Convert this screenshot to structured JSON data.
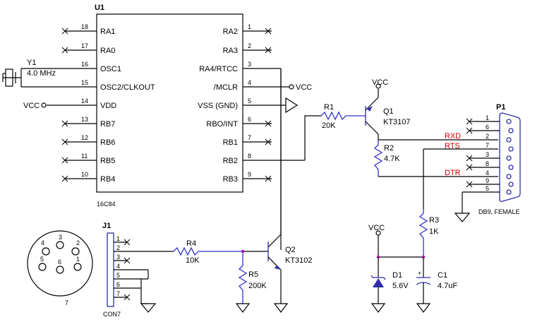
{
  "u1": {
    "ref": "U1",
    "part": "16C84",
    "left_pins": [
      {
        "num": "18",
        "name": "RA1"
      },
      {
        "num": "17",
        "name": "RA0"
      },
      {
        "num": "16",
        "name": "OSC1"
      },
      {
        "num": "15",
        "name": "OSC2/CLKOUT"
      },
      {
        "num": "14",
        "name": "VDD"
      },
      {
        "num": "13",
        "name": "RB7"
      },
      {
        "num": "12",
        "name": "RB6"
      },
      {
        "num": "11",
        "name": "RB5"
      },
      {
        "num": "10",
        "name": "RB4"
      }
    ],
    "right_pins": [
      {
        "num": "1",
        "name": "RA2"
      },
      {
        "num": "2",
        "name": "RA3"
      },
      {
        "num": "3",
        "name": "RA4/RTCC"
      },
      {
        "num": "4",
        "name": "/MCLR"
      },
      {
        "num": "5",
        "name": "VSS (GND)"
      },
      {
        "num": "6",
        "name": "RBO/INT"
      },
      {
        "num": "7",
        "name": "RB1"
      },
      {
        "num": "8",
        "name": "RB2"
      },
      {
        "num": "9",
        "name": "RB3"
      }
    ]
  },
  "y1": {
    "ref": "Y1",
    "value": "4.0 MHz"
  },
  "vcc_label": "VCC",
  "r1": {
    "ref": "R1",
    "value": "20K"
  },
  "r2": {
    "ref": "R2",
    "value": "4.7K"
  },
  "r3": {
    "ref": "R3",
    "value": "1K"
  },
  "r4": {
    "ref": "R4",
    "value": "10K"
  },
  "r5": {
    "ref": "R5",
    "value": "200K"
  },
  "q1": {
    "ref": "Q1",
    "part": "KT3107"
  },
  "q2": {
    "ref": "Q2",
    "part": "KT3102"
  },
  "d1": {
    "ref": "D1",
    "value": "5.6V"
  },
  "c1": {
    "ref": "C1",
    "value": "4.7uF",
    "polarity": "+"
  },
  "p1": {
    "ref": "P1",
    "part": "DB9, FEMALE",
    "pins": [
      "1",
      "6",
      "2",
      "7",
      "3",
      "8",
      "4",
      "9",
      "5"
    ],
    "signals": {
      "rxd": "RXD",
      "rts": "RTS",
      "dtr": "DTR"
    }
  },
  "j1": {
    "ref": "J1",
    "part": "CON7",
    "pins": [
      "1",
      "2",
      "3",
      "4",
      "5",
      "6",
      "7"
    ]
  },
  "din": {
    "holes": [
      "4",
      "3",
      "2",
      "5",
      "1",
      "6"
    ],
    "label": "7"
  },
  "colors": {
    "wire": "#000000",
    "signal_label": "#cc0000",
    "component": "#2e2ea8",
    "junction": "#c000c0"
  }
}
